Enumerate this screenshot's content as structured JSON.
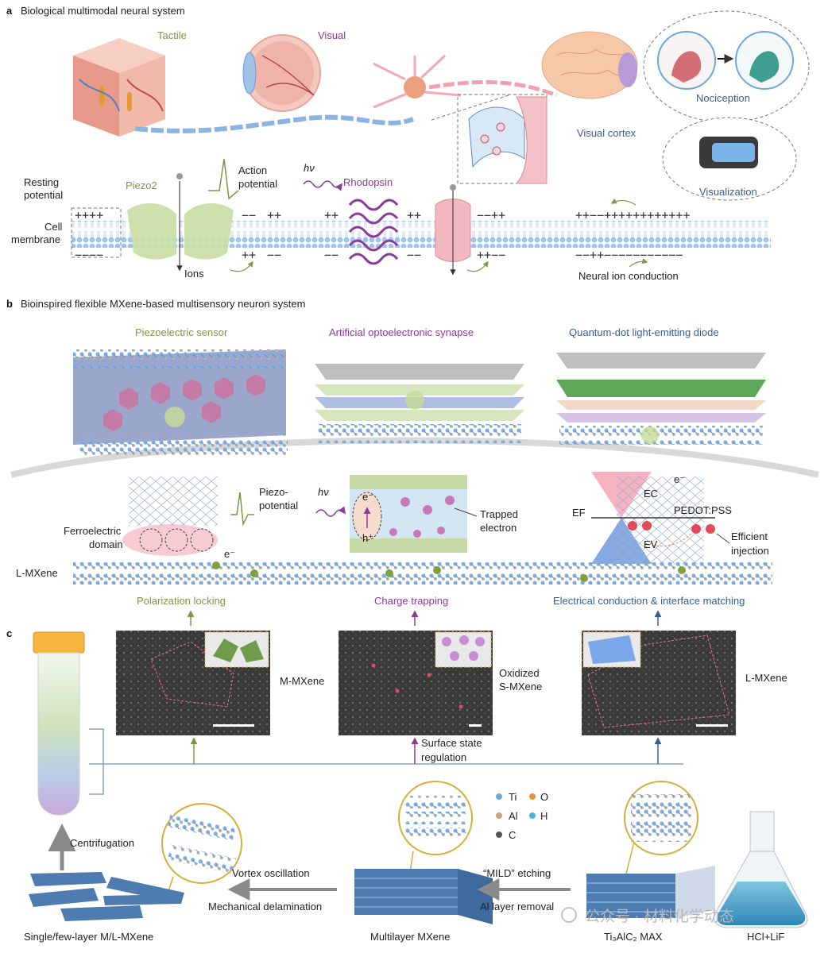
{
  "panel_a": {
    "letter": "a",
    "title": "Biological multimodal neural system",
    "tactile": "Tactile",
    "visual": "Visual",
    "nociception": "Nociception",
    "visualization": "Visualization",
    "visual_cortex": "Visual cortex",
    "resting_potential_1": "Resting",
    "resting_potential_2": "potential",
    "cell_membrane_1": "Cell",
    "cell_membrane_2": "membrane",
    "piezo2": "Piezo2",
    "action_potential_1": "Action",
    "action_potential_2": "potential",
    "hv": "hν",
    "rhodopsin": "Rhodopsin",
    "ions": "Ions",
    "neural_ion_conduction": "Neural ion conduction",
    "charges_top": [
      "++++",
      "−−",
      "++",
      "++",
      "++",
      "−−++",
      "++−−++++++++++++"
    ],
    "charges_bottom": [
      "−−−−",
      "++",
      "−−",
      "−−",
      "−−",
      "++−−",
      "−−++−−−−−−−−−−−"
    ]
  },
  "panel_b": {
    "letter": "b",
    "title": "Bioinspired flexible MXene-based multisensory neuron system",
    "piezoelectric_sensor": "Piezoelectric sensor",
    "optoelectronic_synapse": "Artificial optoelectronic synapse",
    "qled": "Quantum-dot light-emitting diode",
    "piezo_potential_1": "Piezo-",
    "piezo_potential_2": "potential",
    "ferroelectric_1": "Ferroelectric",
    "ferroelectric_2": "domain",
    "electron": "e⁻",
    "hole": "h⁺",
    "hv": "hν",
    "trapped_1": "Trapped",
    "trapped_2": "electron",
    "ec": "EC",
    "ef": "EF",
    "ev": "EV",
    "pedot": "PEDOT:PSS",
    "efficient_1": "Efficient",
    "efficient_2": "injection",
    "l_mxene": "L-MXene",
    "polarization_locking": "Polarization locking",
    "charge_trapping": "Charge trapping",
    "electrical_conduction": "Electrical conduction & interface matching"
  },
  "panel_c": {
    "letter": "c",
    "m_mxene": "M-MXene",
    "oxidized_1": "Oxidized",
    "oxidized_2": "S-MXene",
    "l_mxene": "L-MXene",
    "surface_state_1": "Surface state",
    "surface_state_2": "regulation",
    "legend": [
      {
        "symbol": "Ti",
        "color": "#6fa8dc"
      },
      {
        "symbol": "O",
        "color": "#e69138"
      },
      {
        "symbol": "Al",
        "color": "#c9a27e"
      },
      {
        "symbol": "H",
        "color": "#45b6d8"
      },
      {
        "symbol": "C",
        "color": "#555555"
      }
    ],
    "centrifugation": "Centrifugation",
    "vortex": "Vortex oscillation",
    "mechanical": "Mechanical delamination",
    "mild_etching": "“MILD” etching",
    "al_removal": "Al layer removal",
    "single_few": "Single/few-layer M/L-MXene",
    "multilayer": "Multilayer MXene",
    "max_phase": "Ti₃AlC₂ MAX",
    "hcl_lif": "HCl+LiF"
  },
  "watermark": "公众号 · 材料化学动态",
  "colors": {
    "green": "#7a9a4a",
    "purple": "#8a3c98",
    "blue": "#3a5d93",
    "membrane": "#8fb8e8",
    "mxene": "#5f86b8"
  }
}
